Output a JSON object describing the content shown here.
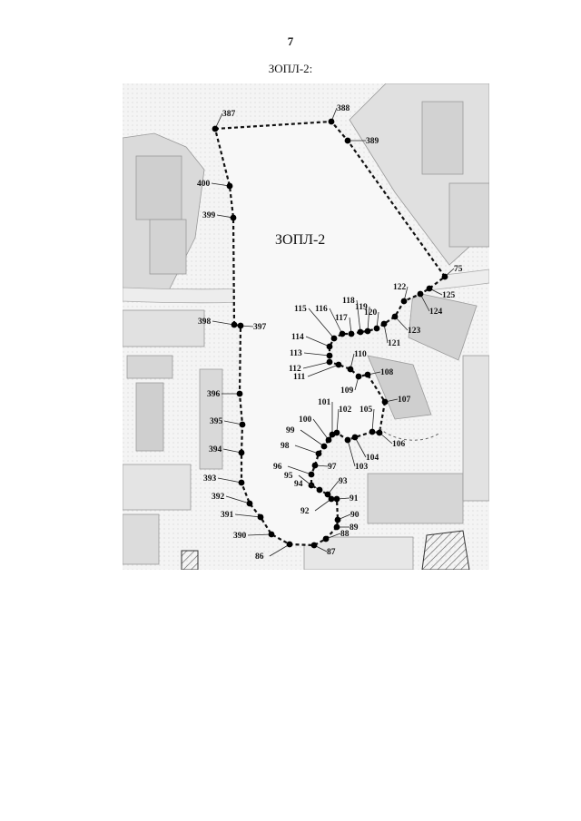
{
  "page": {
    "number": "7",
    "caption": "ЗОПЛ-2:"
  },
  "map": {
    "zone_label": "ЗОПЛ-2",
    "points": [
      {
        "id": "387",
        "label": "387"
      },
      {
        "id": "388",
        "label": "388"
      },
      {
        "id": "389",
        "label": "389"
      },
      {
        "id": "75",
        "label": "75"
      },
      {
        "id": "125",
        "label": "125"
      },
      {
        "id": "124",
        "label": "124"
      },
      {
        "id": "122",
        "label": "122"
      },
      {
        "id": "123",
        "label": "123"
      },
      {
        "id": "121",
        "label": "121"
      },
      {
        "id": "120",
        "label": "120"
      },
      {
        "id": "119",
        "label": "119"
      },
      {
        "id": "118",
        "label": "118"
      },
      {
        "id": "117",
        "label": "117"
      },
      {
        "id": "116",
        "label": "116"
      },
      {
        "id": "115",
        "label": "115"
      },
      {
        "id": "114",
        "label": "114"
      },
      {
        "id": "113",
        "label": "113"
      },
      {
        "id": "112",
        "label": "112"
      },
      {
        "id": "111",
        "label": "111"
      },
      {
        "id": "110",
        "label": "110"
      },
      {
        "id": "109",
        "label": "109"
      },
      {
        "id": "108",
        "label": "108"
      },
      {
        "id": "107",
        "label": "107"
      },
      {
        "id": "106",
        "label": "106"
      },
      {
        "id": "105",
        "label": "105"
      },
      {
        "id": "104",
        "label": "104"
      },
      {
        "id": "103",
        "label": "103"
      },
      {
        "id": "102",
        "label": "102"
      },
      {
        "id": "101",
        "label": "101"
      },
      {
        "id": "100",
        "label": "100"
      },
      {
        "id": "99",
        "label": "99"
      },
      {
        "id": "98",
        "label": "98"
      },
      {
        "id": "97",
        "label": "97"
      },
      {
        "id": "96",
        "label": "96"
      },
      {
        "id": "95",
        "label": "95"
      },
      {
        "id": "94",
        "label": "94"
      },
      {
        "id": "93",
        "label": "93"
      },
      {
        "id": "92",
        "label": "92"
      },
      {
        "id": "91",
        "label": "91"
      },
      {
        "id": "90",
        "label": "90"
      },
      {
        "id": "89",
        "label": "89"
      },
      {
        "id": "88",
        "label": "88"
      },
      {
        "id": "87",
        "label": "87"
      },
      {
        "id": "86",
        "label": "86"
      },
      {
        "id": "390",
        "label": "390"
      },
      {
        "id": "391",
        "label": "391"
      },
      {
        "id": "392",
        "label": "392"
      },
      {
        "id": "393",
        "label": "393"
      },
      {
        "id": "394",
        "label": "394"
      },
      {
        "id": "395",
        "label": "395"
      },
      {
        "id": "396",
        "label": "396"
      },
      {
        "id": "397",
        "label": "397"
      },
      {
        "id": "398",
        "label": "398"
      },
      {
        "id": "399",
        "label": "399"
      },
      {
        "id": "400",
        "label": "400"
      }
    ]
  }
}
